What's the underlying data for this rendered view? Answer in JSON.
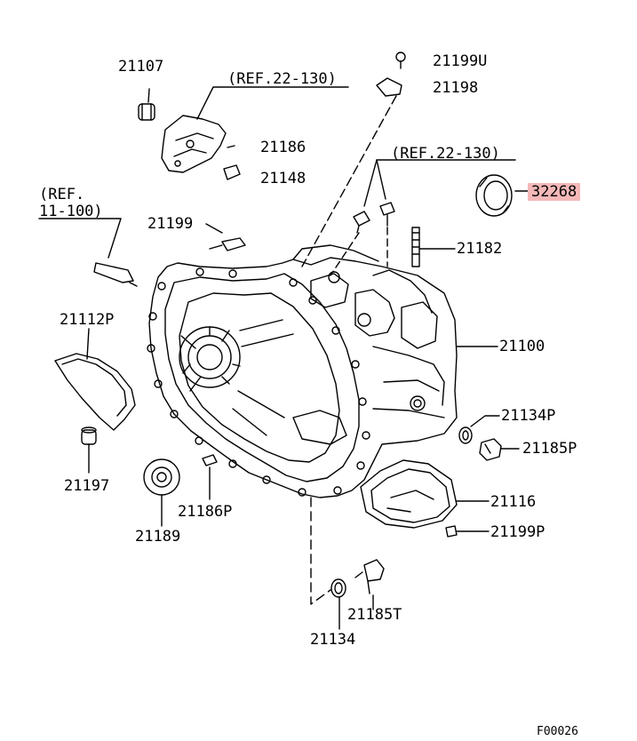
{
  "callouts": {
    "p21107": "21107",
    "ref_22_130_a": "(REF.22-130)",
    "p21199U": "21199U",
    "p21198": "21198",
    "p21186": "21186",
    "p21148": "21148",
    "ref_22_130_b": "(REF.22-130)",
    "p32268": "32268",
    "ref_11_100_a": "(REF.",
    "ref_11_100_b": "11-100)",
    "p21199": "21199",
    "p21182": "21182",
    "p21112P": "21112P",
    "p21100": "21100",
    "p21134P": "21134P",
    "p21185P": "21185P",
    "p21197": "21197",
    "p21186P": "21186P",
    "p21189": "21189",
    "p21116": "21116",
    "p21199P": "21199P",
    "p21185T": "21185T",
    "p21134": "21134"
  },
  "figure_code": "F00026",
  "colors": {
    "ink": "#000000",
    "highlight": "#f4b8b8"
  }
}
